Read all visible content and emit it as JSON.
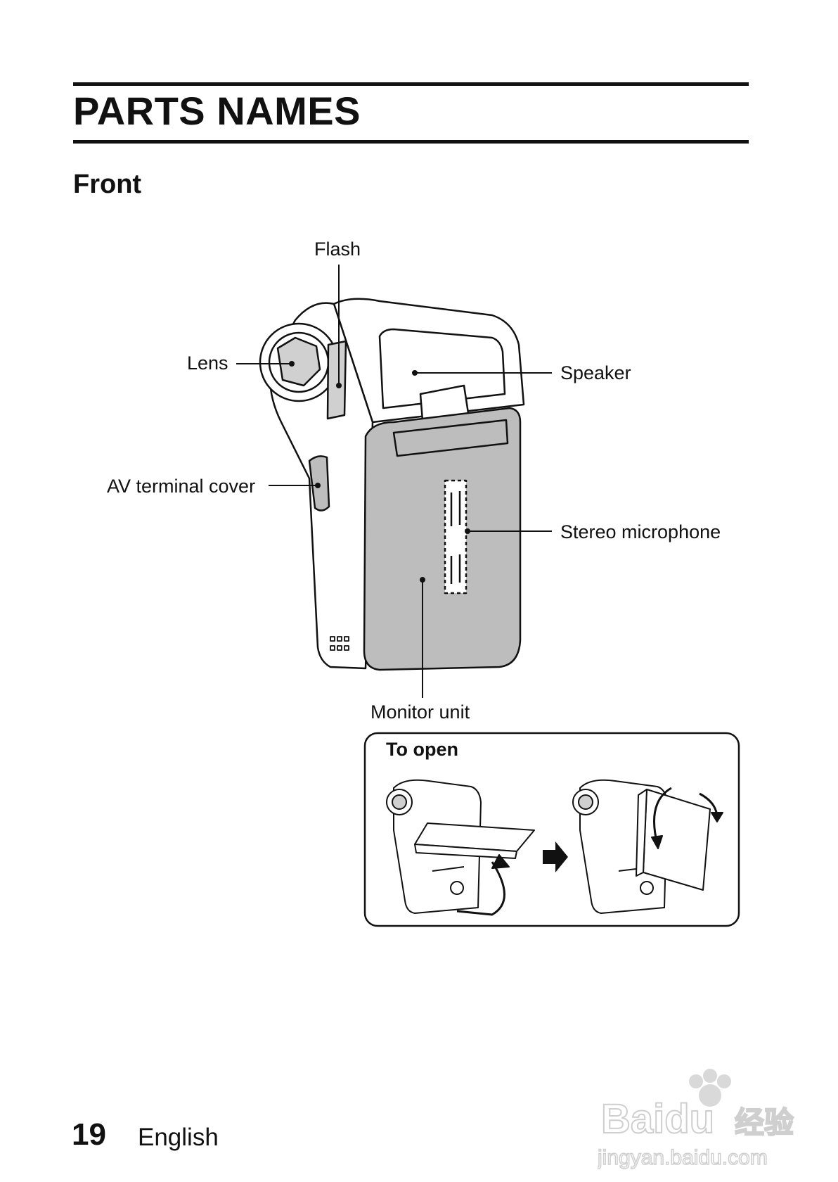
{
  "page": {
    "title": "PARTS NAMES",
    "section": "Front",
    "footer": {
      "page_number": "19",
      "language": "English"
    }
  },
  "diagram": {
    "labels": {
      "flash": "Flash",
      "lens": "Lens",
      "speaker": "Speaker",
      "av_terminal_cover": "AV terminal cover",
      "stereo_microphone": "Stereo microphone",
      "monitor_unit": "Monitor unit"
    },
    "inset": {
      "title": "To open"
    }
  },
  "watermark": {
    "brand": "Baidu",
    "brand_cn": "经验",
    "url": "jingyan.baidu.com"
  },
  "colors": {
    "ink": "#111111",
    "monitor_fill": "#bdbdbd",
    "watermark": "#d9d9d9"
  }
}
